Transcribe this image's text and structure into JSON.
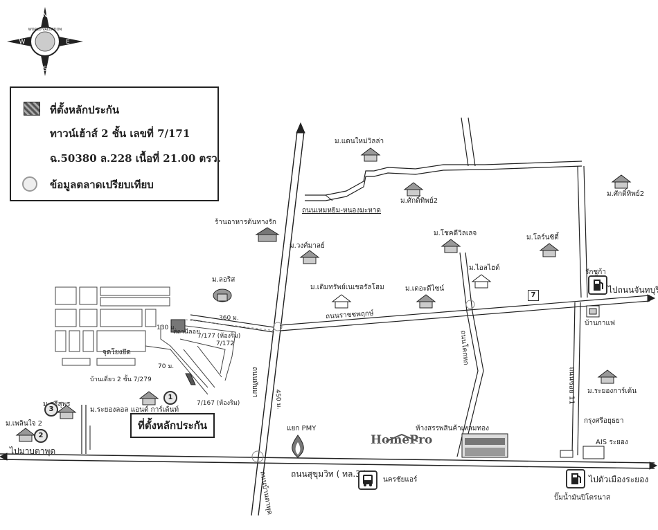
{
  "compass": {
    "logo_text": "WORLD VALUATION",
    "n": "N",
    "s": "S",
    "e": "E",
    "w": "W"
  },
  "legend": {
    "subject_label": "ที่ตั้งหลักประกัน",
    "subject_line2": "ทาวน์เฮ้าส์ 2 ชั้น เลขที่ 7/171",
    "subject_line3": "ฉ.50380 ล.228 เนื้อที่ 21.00 ตรว.",
    "comparable_label": "ข้อมูลตลาดเปรียบเทียบ"
  },
  "roads": {
    "sukhumvit": "ถนนสุขุมวิท ( ทล.3 )",
    "rat_chaphruek": "ถนนราชชพฤกษ์",
    "nongmuang": "ถนนเหมหยิม-หนองมะหาด",
    "thanon_ban": "ถนนทับมา",
    "thanon_koke": "ถนนโคกหก",
    "soi_11": "ถนนซอย 11",
    "ban_taphut": "ถนนบ้านตาพุด",
    "dist_450": "450 ม.",
    "dist_360": "360 ม.",
    "dist_70": "70 ม."
  },
  "directions": {
    "to_chanthaburi": "ไปถนนจันทบุรี",
    "to_map_ta_phut": "ไปมาบตาพุด",
    "to_rayong_city": "ไปตัวเมืองระยอง"
  },
  "places": {
    "ban_chai": "ม.แดนใหม่วิลล่า",
    "sakdi_2": "ม.ศักดิ์ทิพย์2",
    "sakdi_2_right": "ม.ศักดิ์ทิพย์2",
    "restaurant": "ร้านอาหารต้นทางรัก",
    "wongkhamsai": "ม.วงศ์มาลย์",
    "chokdee": "ม.โชคดีวิลเลจ",
    "lokan": "ม.โลร์นซิตี้",
    "ivy": "ม.ไอลไฮด์",
    "ruenrom": "ม.เติมทรัพย์เนเชอรัลโฮม",
    "desenai": "ม.เดอะดีไซน์",
    "mairisa": "ม.ลอริส",
    "rak_chok": "รักชูก้า",
    "ban_kaf": "บ้านกาแฟ",
    "rayong_garden": "ม.ระยองการ์เด้น",
    "krungthai": "กรุงศรีอยุธยา",
    "ais": "AIS ระยอง",
    "big_c": "ห้างสรรพสินค้าเหลมทอง",
    "pmy": "แยก PMY",
    "nakhon_chai": "นครชัยแอร์",
    "ptt": "ปั๊มน้ำมันปิโตรนาส",
    "rayong_homeland": "ม.ระยองลอล แอนด์ การ์เด้นท์",
    "srisuphan": "ม.ศรีสุพร",
    "phloen_chit": "ม.เพลินใจ 2",
    "judoyong": "จุดโยงยึด",
    "ban_diao": "บ้านเดี่ยว 2 ชั้น 7/279",
    "homepro": "HomePro"
  },
  "plots": {
    "p130": "130 ม.",
    "p_sathani": "สถานีลอย",
    "p177": "7/177 (ห้องริม)",
    "p172": "7/172",
    "p167": "7/167 (ห้องริม)"
  },
  "markers": {
    "subject_box": "ที่ตั้งหลักประกัน",
    "c1": "1",
    "c2": "2",
    "c3": "3"
  }
}
